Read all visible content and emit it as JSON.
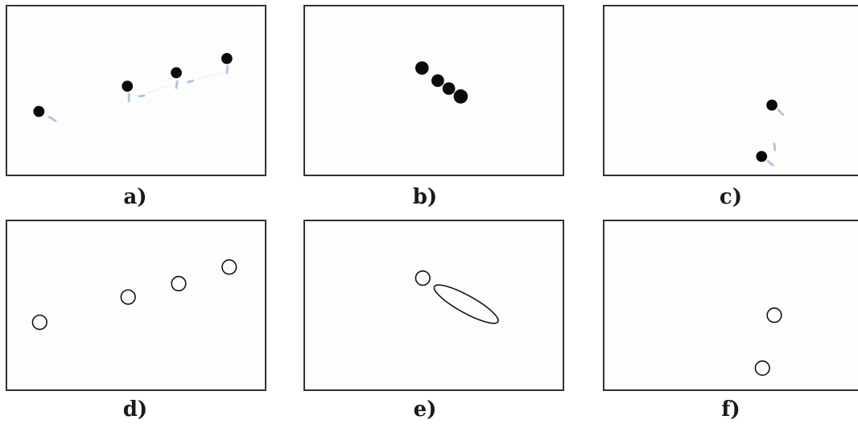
{
  "colors": {
    "dot": "#0a0a0a",
    "streak": "#9fb8d8",
    "outline": "#111111",
    "frame": "#333333"
  },
  "panels": [
    {
      "id": "a",
      "caption": "a)",
      "kind": "photo",
      "dots": 4
    },
    {
      "id": "b",
      "caption": "b)",
      "kind": "photo",
      "dots": 4
    },
    {
      "id": "c",
      "caption": "c)",
      "kind": "photo",
      "dots": 2
    },
    {
      "id": "d",
      "caption": "d)",
      "kind": "detection",
      "circles": 4,
      "ellipses": 0
    },
    {
      "id": "e",
      "caption": "e)",
      "kind": "detection",
      "circles": 1,
      "ellipses": 1
    },
    {
      "id": "f",
      "caption": "f)",
      "kind": "detection",
      "circles": 2,
      "ellipses": 0
    }
  ]
}
